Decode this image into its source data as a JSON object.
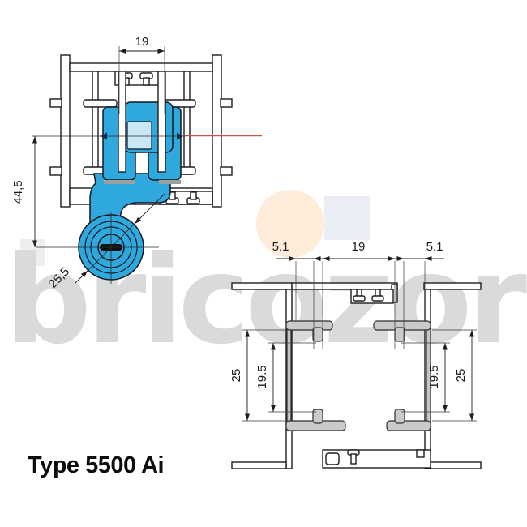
{
  "title": "Type 5500 Ai",
  "watermark": {
    "text": "bricozor",
    "color": "#d9dadc",
    "circle_color": "#fcecd9",
    "square_color": "#eceef6",
    "small_square_color": "#eeeeef"
  },
  "colors": {
    "carriage_blue": "#2fa8dd",
    "axle_block_blue": "#c9e7f5",
    "triangle_dark": "#0a2e44",
    "reference_red": "#c9544b",
    "bracket_gray": "#c9cbcb",
    "wall_gray": "#c4c6c6",
    "shadow_gray": "#9aa0a0",
    "slot_black": "#111111"
  },
  "left_drawing": {
    "description": "track cross-section with roller carriage",
    "dim_track_width": "19",
    "dim_height": "44,5",
    "dim_wheel_diameter": "25,5"
  },
  "right_drawing": {
    "description": "empty track profile cross-section",
    "dim_gap_left": "5.1",
    "dim_center_width": "19",
    "dim_gap_right": "5.1",
    "dim_outer_left": "25",
    "dim_inner_left": "19.5",
    "dim_inner_right": "19.5",
    "dim_outer_right": "25"
  }
}
